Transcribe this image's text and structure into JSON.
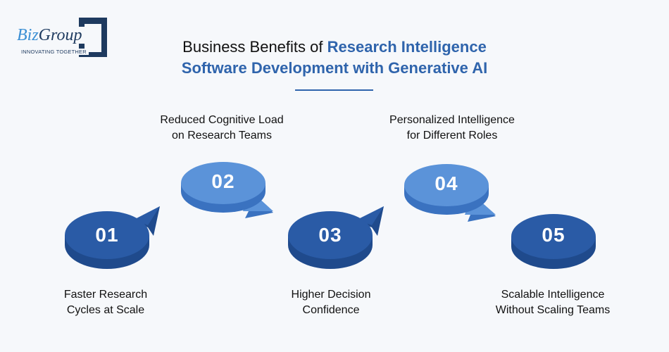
{
  "logo": {
    "brand_part1": "Biz",
    "brand_part2": "Group",
    "tagline": "INNOVATING TOGETHER"
  },
  "header": {
    "title_line1_plain": "Business Benefits of ",
    "title_line1_accent": "Research Intelligence",
    "title_line2_accent": "Software Development with Generative AI"
  },
  "colors": {
    "accent": "#2f64ac",
    "dark_disc": "#2a5ba6",
    "light_disc": "#5b93d9",
    "logo_navy": "#1e3a5f"
  },
  "steps": [
    {
      "number": "01",
      "line1": "Faster Research",
      "line2": "Cycles at Scale"
    },
    {
      "number": "02",
      "line1": "Reduced Cognitive Load",
      "line2": "on Research Teams"
    },
    {
      "number": "03",
      "line1": "Higher Decision",
      "line2": "Confidence"
    },
    {
      "number": "04",
      "line1": "Personalized Intelligence",
      "line2": "for Different Roles"
    },
    {
      "number": "05",
      "line1": "Scalable Intelligence",
      "line2": "Without Scaling Teams"
    }
  ]
}
